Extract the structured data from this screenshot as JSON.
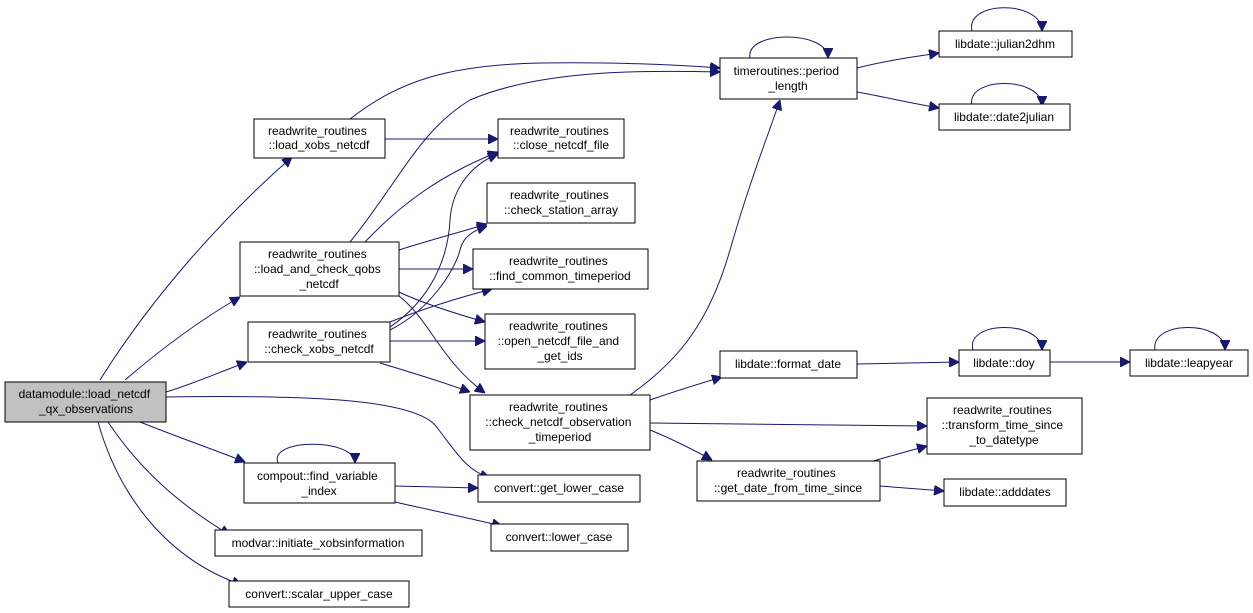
{
  "nodes": [
    {
      "id": "root",
      "lines": [
        "datamodule::load_netcdf",
        "_qx_observations"
      ]
    },
    {
      "id": "load_xobs",
      "lines": [
        "readwrite_routines",
        "::load_xobs_netcdf"
      ]
    },
    {
      "id": "load_check_qobs",
      "lines": [
        "readwrite_routines",
        "::load_and_check_qobs",
        "_netcdf"
      ]
    },
    {
      "id": "check_xobs",
      "lines": [
        "readwrite_routines",
        "::check_xobs_netcdf"
      ]
    },
    {
      "id": "find_var",
      "lines": [
        "compout::find_variable",
        "_index"
      ]
    },
    {
      "id": "initiate",
      "lines": [
        "modvar::initiate_xobsinformation"
      ]
    },
    {
      "id": "scalar_upper",
      "lines": [
        "convert::scalar_upper_case"
      ]
    },
    {
      "id": "close_netcdf",
      "lines": [
        "readwrite_routines",
        "::close_netcdf_file"
      ]
    },
    {
      "id": "check_station",
      "lines": [
        "readwrite_routines",
        "::check_station_array"
      ]
    },
    {
      "id": "find_common",
      "lines": [
        "readwrite_routines",
        "::find_common_timeperiod"
      ]
    },
    {
      "id": "open_netcdf",
      "lines": [
        "readwrite_routines",
        "::open_netcdf_file_and",
        "_get_ids"
      ]
    },
    {
      "id": "check_obs_tp",
      "lines": [
        "readwrite_routines",
        "::check_netcdf_observation",
        "_timeperiod"
      ]
    },
    {
      "id": "get_lower",
      "lines": [
        "convert::get_lower_case"
      ]
    },
    {
      "id": "lower_case",
      "lines": [
        "convert::lower_case"
      ]
    },
    {
      "id": "period_length",
      "lines": [
        "timeroutines::period",
        "_length"
      ]
    },
    {
      "id": "format_date",
      "lines": [
        "libdate::format_date"
      ]
    },
    {
      "id": "get_date",
      "lines": [
        "readwrite_routines",
        "::get_date_from_time_since"
      ]
    },
    {
      "id": "julian2dhm",
      "lines": [
        "libdate::julian2dhm"
      ]
    },
    {
      "id": "date2julian",
      "lines": [
        "libdate::date2julian"
      ]
    },
    {
      "id": "doy",
      "lines": [
        "libdate::doy"
      ]
    },
    {
      "id": "leapyear",
      "lines": [
        "libdate::leapyear"
      ]
    },
    {
      "id": "transform",
      "lines": [
        "readwrite_routines",
        "::transform_time_since",
        "_to_datetype"
      ]
    },
    {
      "id": "adddates",
      "lines": [
        "libdate::adddates"
      ]
    }
  ],
  "edges": [
    {
      "from": "root",
      "to": "load_xobs"
    },
    {
      "from": "root",
      "to": "load_check_qobs"
    },
    {
      "from": "root",
      "to": "check_xobs"
    },
    {
      "from": "root",
      "to": "find_var"
    },
    {
      "from": "root",
      "to": "initiate"
    },
    {
      "from": "root",
      "to": "scalar_upper"
    },
    {
      "from": "root",
      "to": "get_lower"
    },
    {
      "from": "load_xobs",
      "to": "close_netcdf"
    },
    {
      "from": "load_xobs",
      "to": "period_length"
    },
    {
      "from": "load_check_qobs",
      "to": "close_netcdf"
    },
    {
      "from": "load_check_qobs",
      "to": "check_station"
    },
    {
      "from": "load_check_qobs",
      "to": "find_common"
    },
    {
      "from": "load_check_qobs",
      "to": "open_netcdf"
    },
    {
      "from": "load_check_qobs",
      "to": "check_obs_tp"
    },
    {
      "from": "load_check_qobs",
      "to": "period_length"
    },
    {
      "from": "check_xobs",
      "to": "close_netcdf"
    },
    {
      "from": "check_xobs",
      "to": "check_station"
    },
    {
      "from": "check_xobs",
      "to": "find_common"
    },
    {
      "from": "check_xobs",
      "to": "open_netcdf"
    },
    {
      "from": "check_xobs",
      "to": "check_obs_tp"
    },
    {
      "from": "find_var",
      "to": "find_var"
    },
    {
      "from": "find_var",
      "to": "get_lower"
    },
    {
      "from": "find_var",
      "to": "lower_case"
    },
    {
      "from": "check_obs_tp",
      "to": "period_length"
    },
    {
      "from": "check_obs_tp",
      "to": "format_date"
    },
    {
      "from": "check_obs_tp",
      "to": "get_date"
    },
    {
      "from": "check_obs_tp",
      "to": "transform"
    },
    {
      "from": "period_length",
      "to": "period_length"
    },
    {
      "from": "period_length",
      "to": "julian2dhm"
    },
    {
      "from": "period_length",
      "to": "date2julian"
    },
    {
      "from": "julian2dhm",
      "to": "julian2dhm"
    },
    {
      "from": "date2julian",
      "to": "date2julian"
    },
    {
      "from": "format_date",
      "to": "doy"
    },
    {
      "from": "doy",
      "to": "doy"
    },
    {
      "from": "doy",
      "to": "leapyear"
    },
    {
      "from": "leapyear",
      "to": "leapyear"
    },
    {
      "from": "get_date",
      "to": "transform"
    },
    {
      "from": "get_date",
      "to": "adddates"
    }
  ]
}
